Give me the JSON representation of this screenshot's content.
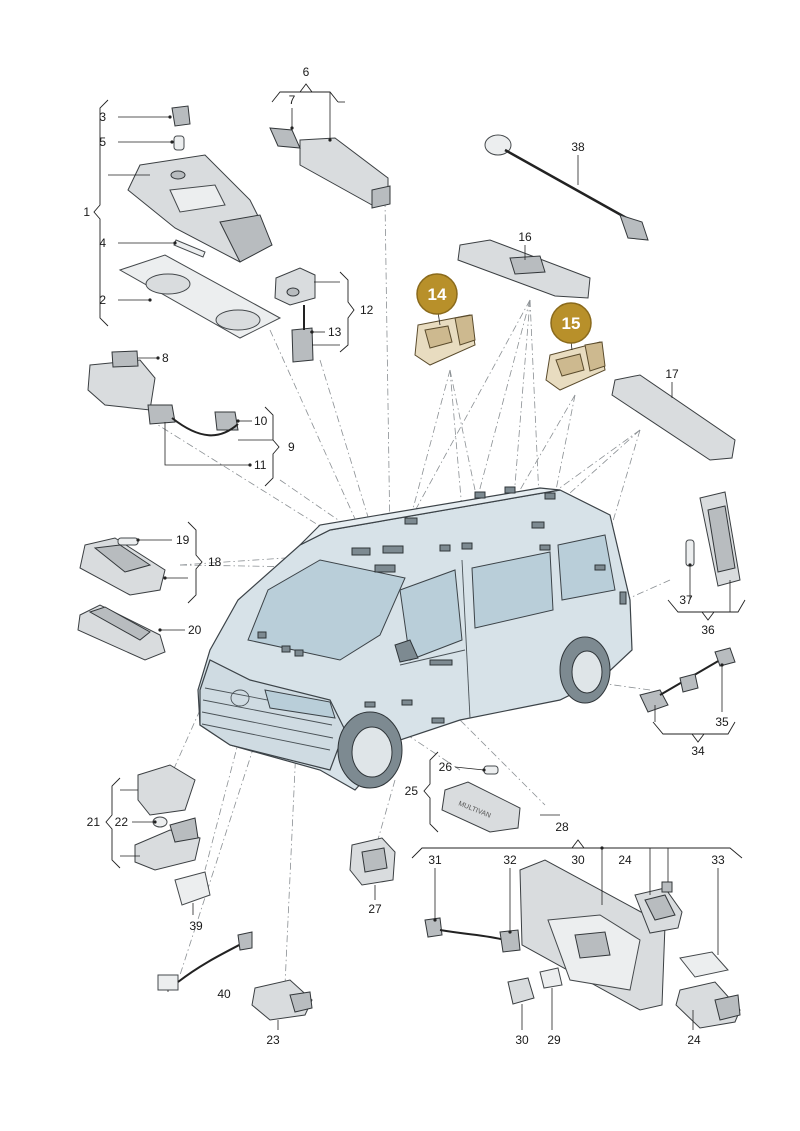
{
  "callouts": {
    "c1": "1",
    "c2": "2",
    "c3": "3",
    "c4": "4",
    "c5": "5",
    "c6": "6",
    "c7": "7",
    "c8": "8",
    "c9": "9",
    "c10": "10",
    "c11": "11",
    "c12": "12",
    "c13": "13",
    "c14": "14",
    "c15": "15",
    "c16": "16",
    "c17": "17",
    "c18": "18",
    "c19": "19",
    "c20": "20",
    "c21": "21",
    "c22": "22",
    "c23": "23",
    "c24a": "24",
    "c24b": "24",
    "c25": "25",
    "c26": "26",
    "c27": "27",
    "c28": "28",
    "c29": "29",
    "c30a": "30",
    "c30b": "30",
    "c31": "31",
    "c32": "32",
    "c33": "33",
    "c34": "34",
    "c35": "35",
    "c36": "36",
    "c37": "37",
    "c38": "38",
    "c39": "39",
    "c40": "40"
  },
  "colors": {
    "highlight_badge": "#b8902a",
    "highlight_part": "#e8dcc0",
    "line": "#222222",
    "leader_dash": "#8a8f93"
  },
  "trim_text": "MULTIVAN"
}
